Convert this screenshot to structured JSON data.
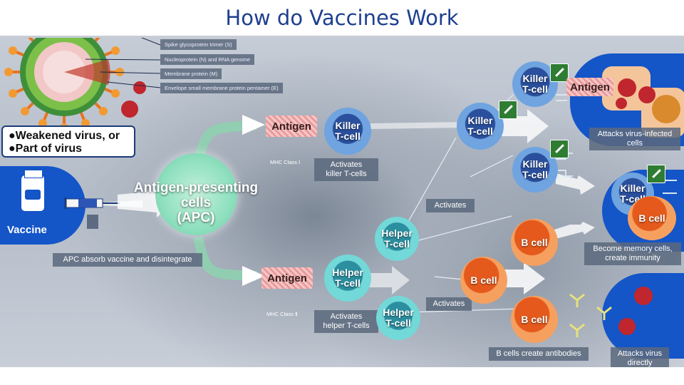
{
  "title": "How do Vaccines Work",
  "virus_legend": {
    "spike": "Spike glycoprotein trimer (S)",
    "nucleoprotein": "Nucleoprotein (N) and RNA genome",
    "membrane": "Membrane protein (M)",
    "envelope": "Envelope small membrane protein pentamer (E)"
  },
  "vaccine_bubble": {
    "line1": "●Weakened virus, or",
    "line2": "●Part of virus"
  },
  "vaccine_label": "Vaccine",
  "apc": {
    "line1": "Antigen-presenting",
    "line2": "cells",
    "line3": "(APC)"
  },
  "apc_caption": "APC absorb vaccine and disintegrate",
  "antigen_label": "Antigen",
  "mhc1": "MHC Class Ⅰ",
  "mhc2": "MHC Class Ⅱ",
  "killer": {
    "line1": "Killer",
    "line2": "T-cell"
  },
  "helper": {
    "line1": "Helper",
    "line2": "T-cell"
  },
  "bcell": "B cell",
  "activates_killer": {
    "line1": "Activates",
    "line2": "killer T-cells"
  },
  "activates_helper": {
    "line1": "Activates",
    "line2": "helper T-cells"
  },
  "activates": "Activates",
  "attacks_infected": {
    "line1": "Attacks virus-infected",
    "line2": "cells"
  },
  "memory": {
    "line1": "Become memory cells,",
    "line2": "create immunity"
  },
  "antibodies": "B cells create antibodies",
  "attacks_directly": {
    "line1": "Attacks virus",
    "line2": "directly"
  },
  "colors": {
    "title": "#1d3f8f",
    "killer": "#2a4f9c",
    "helper": "#2b8fa0",
    "bcell": "#e55a1c",
    "apc": "#8fe0bf",
    "virus": "#e85a2a"
  }
}
